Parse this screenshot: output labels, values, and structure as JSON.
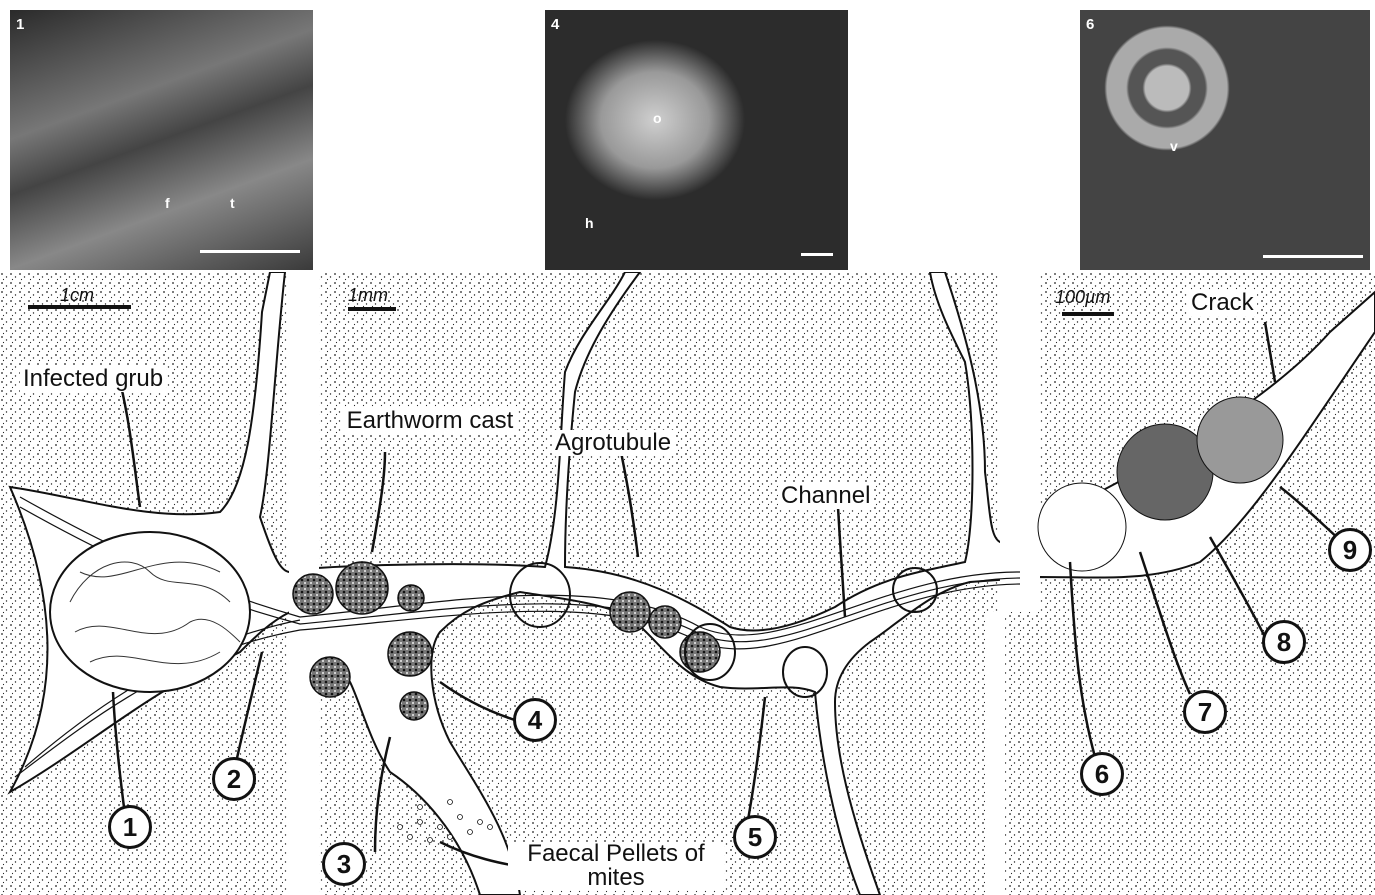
{
  "micrographs": [
    {
      "id": "p1",
      "panel": "1",
      "labels": [
        "f",
        "t"
      ]
    },
    {
      "id": "p4",
      "panel": "4",
      "labels": [
        "o",
        "h"
      ]
    },
    {
      "id": "p6",
      "panel": "6",
      "labels": [
        "v"
      ]
    }
  ],
  "scales": {
    "s1": "1cm",
    "s2": "1mm",
    "s3": "100µm"
  },
  "labels": {
    "grub": "Infected grub",
    "cast": "Earthworm cast",
    "agro": "Agrotubule",
    "channel": "Channel",
    "crack": "Crack",
    "faecal": "Faecal Pellets of mites"
  },
  "numbers": [
    "1",
    "2",
    "3",
    "4",
    "5",
    "6",
    "7",
    "8",
    "9"
  ]
}
